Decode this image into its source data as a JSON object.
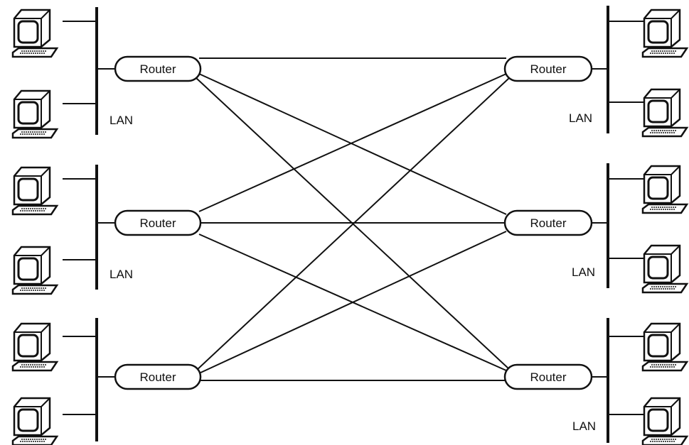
{
  "diagram": {
    "lan_label": "LAN",
    "routers": [
      {
        "id": "left-top",
        "label": "Router"
      },
      {
        "id": "left-middle",
        "label": "Router"
      },
      {
        "id": "left-bottom",
        "label": "Router"
      },
      {
        "id": "right-top",
        "label": "Router"
      },
      {
        "id": "right-middle",
        "label": "Router"
      },
      {
        "id": "right-bottom",
        "label": "Router"
      }
    ],
    "lans": [
      {
        "id": "left-top",
        "label": "LAN"
      },
      {
        "id": "left-middle",
        "label": "LAN"
      },
      {
        "id": "left-bottom",
        "label": ""
      },
      {
        "id": "right-top",
        "label": "LAN"
      },
      {
        "id": "right-middle",
        "label": "LAN"
      },
      {
        "id": "right-bottom",
        "label": "LAN"
      }
    ],
    "links": [
      [
        "left-top",
        "right-top"
      ],
      [
        "left-top",
        "right-middle"
      ],
      [
        "left-top",
        "right-bottom"
      ],
      [
        "left-middle",
        "right-top"
      ],
      [
        "left-middle",
        "right-middle"
      ],
      [
        "left-middle",
        "right-bottom"
      ],
      [
        "left-bottom",
        "right-top"
      ],
      [
        "left-bottom",
        "right-middle"
      ],
      [
        "left-bottom",
        "right-bottom"
      ]
    ],
    "computer_icon": "desktop-computer-icon",
    "colors": {
      "line": "#111111",
      "background": "#ffffff"
    }
  }
}
